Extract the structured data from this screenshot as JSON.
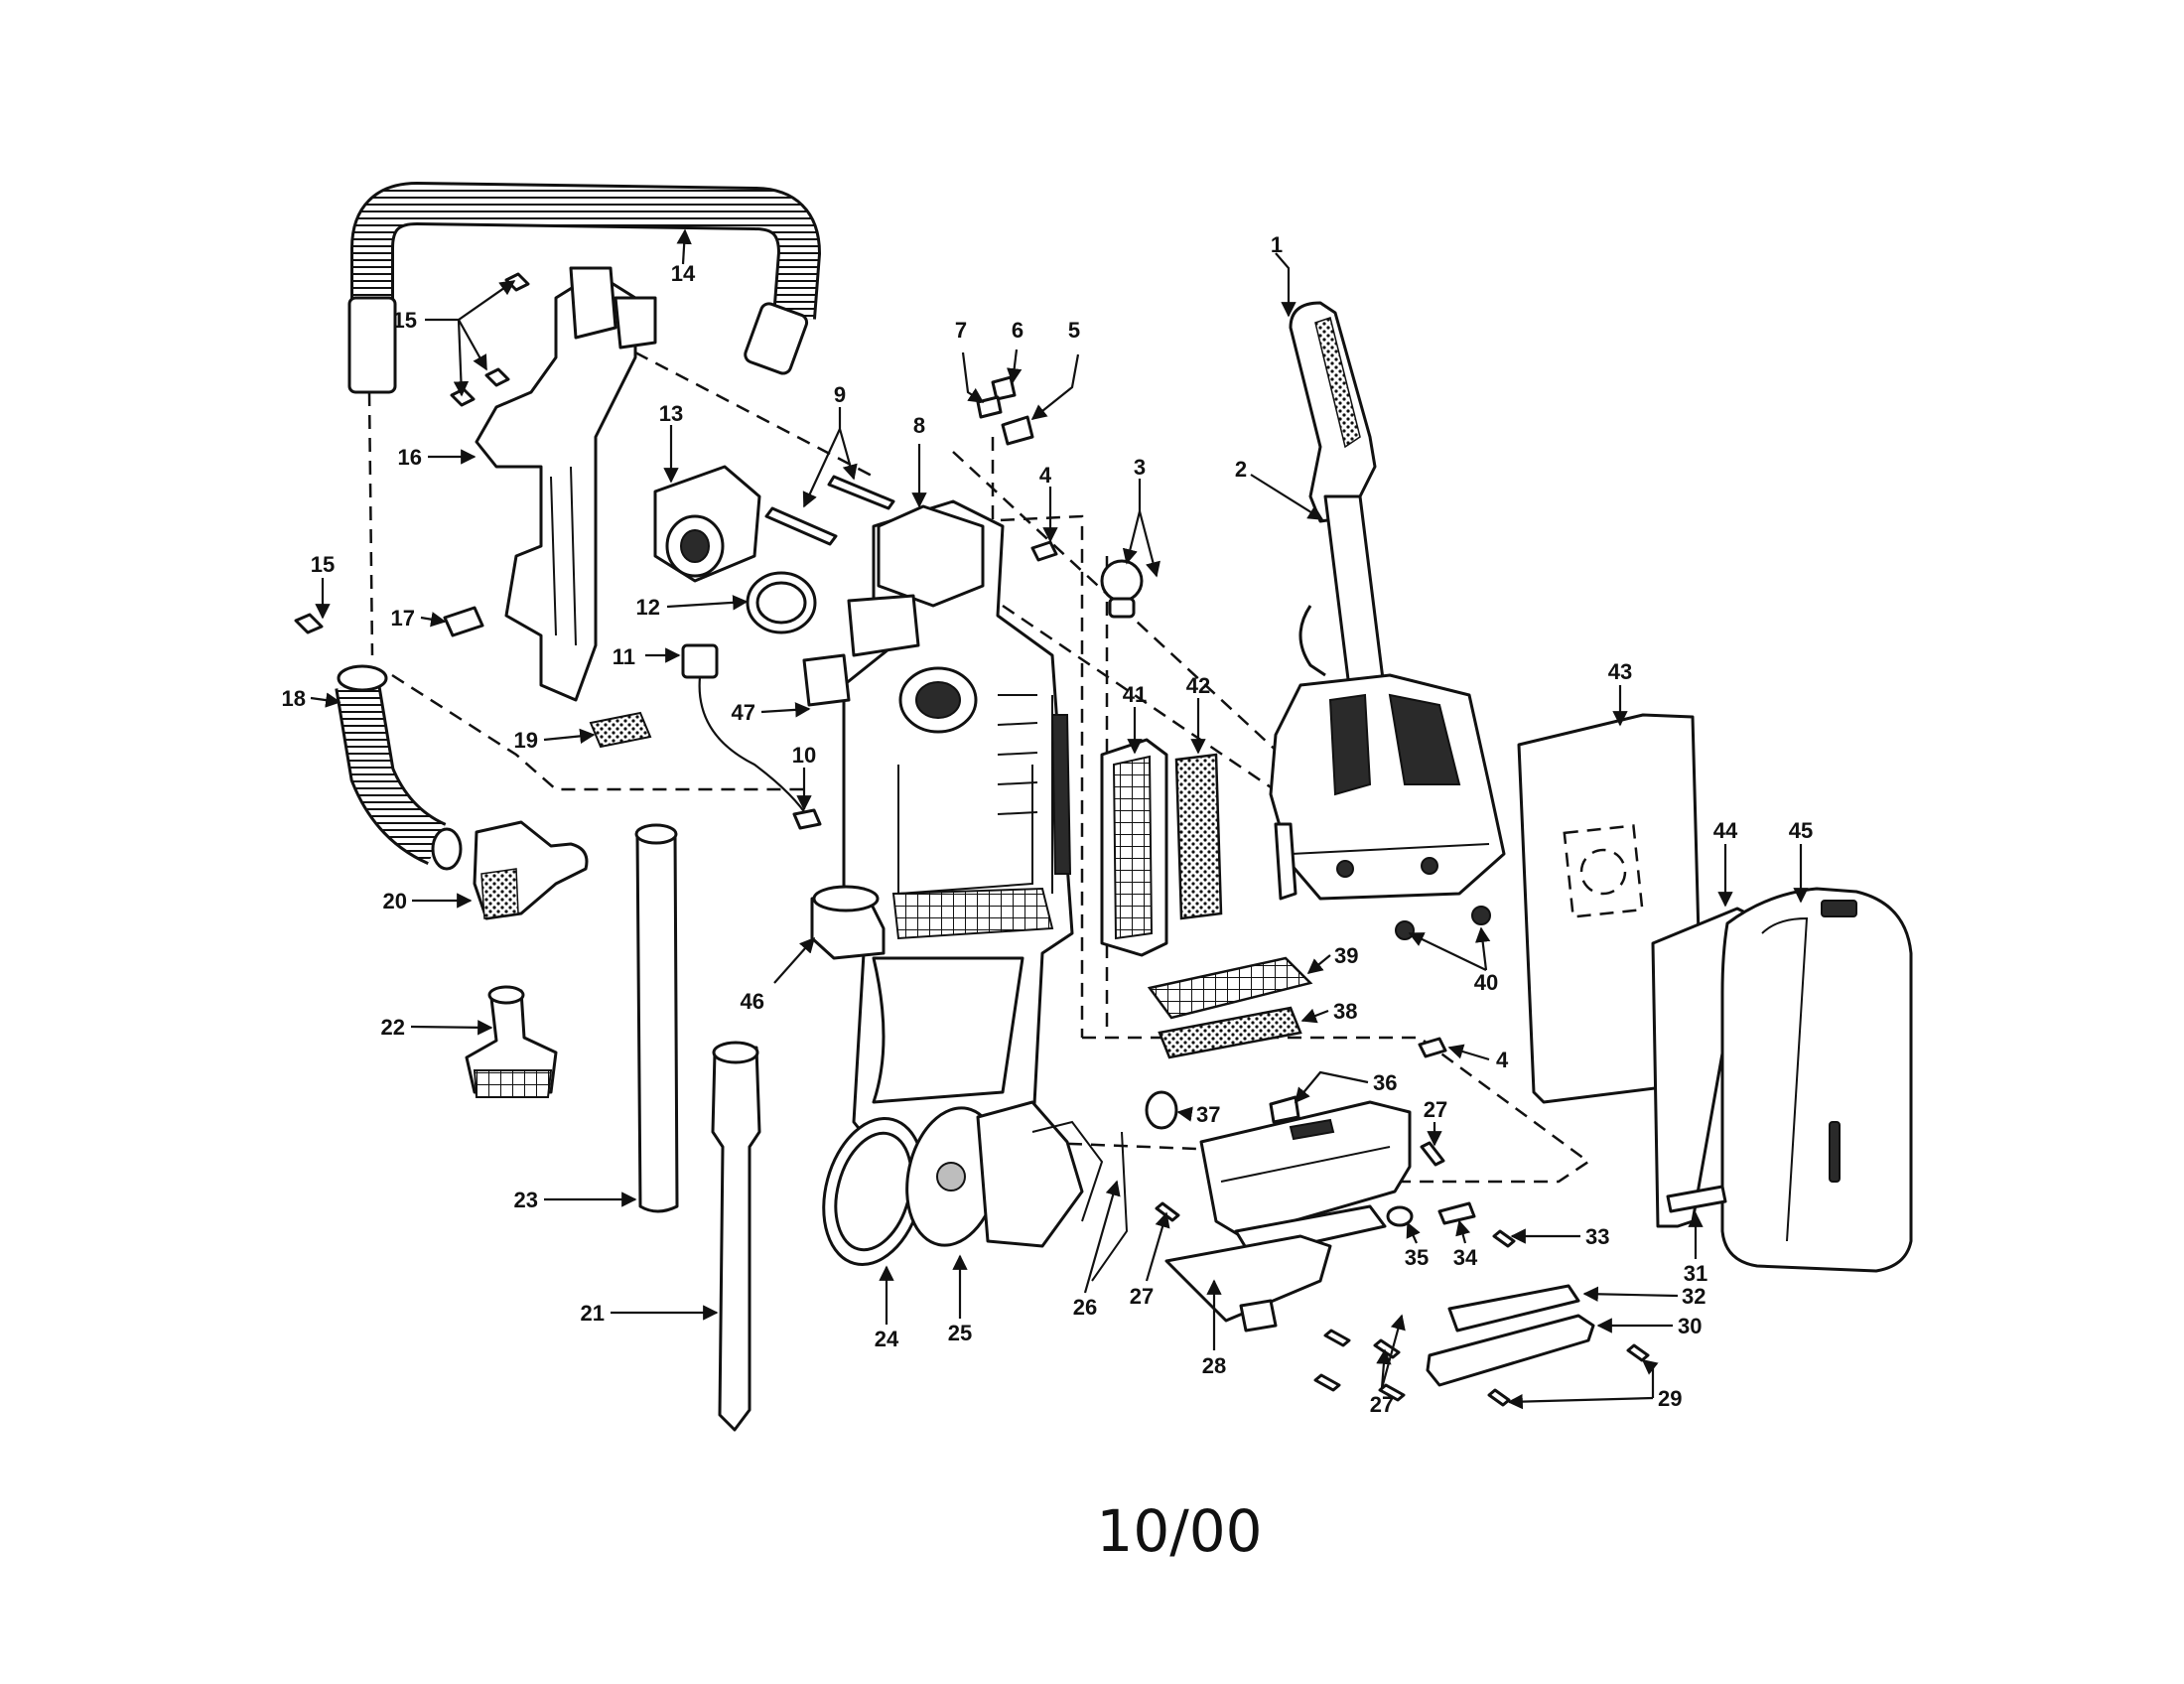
{
  "date_code": "10/00",
  "labels": [
    "1",
    "2",
    "3",
    "4",
    "4",
    "5",
    "6",
    "7",
    "8",
    "9",
    "10",
    "11",
    "12",
    "13",
    "14",
    "15",
    "15",
    "16",
    "17",
    "18",
    "19",
    "20",
    "21",
    "22",
    "23",
    "24",
    "25",
    "26",
    "27",
    "27",
    "27",
    "28",
    "29",
    "30",
    "31",
    "32",
    "33",
    "34",
    "35",
    "36",
    "37",
    "38",
    "39",
    "40",
    "41",
    "42",
    "43",
    "44",
    "45",
    "46",
    "47"
  ]
}
